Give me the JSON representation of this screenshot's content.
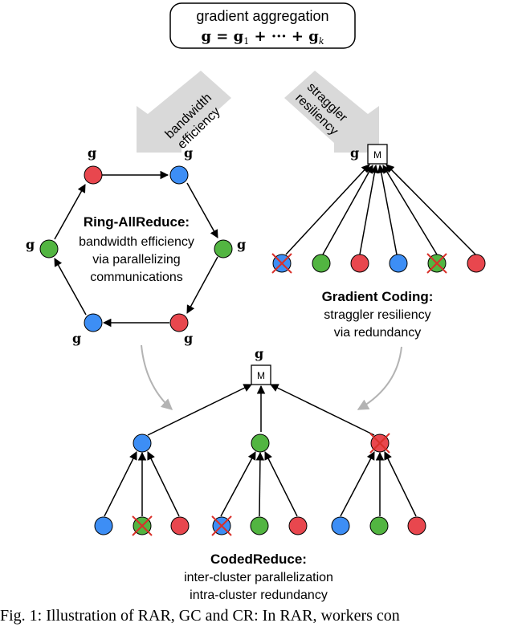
{
  "top_box": {
    "title": "gradient aggregation",
    "formula_lhs": "g = g",
    "formula_sub1": "1",
    "formula_mid": " + ··· + g",
    "formula_subk": "k"
  },
  "arrows": {
    "left_line1": "bandwidth",
    "left_line2": "efficiency",
    "right_line1": "straggler",
    "right_line2": "resiliency"
  },
  "gradient_symbol": "g",
  "master_label": "M",
  "ring": {
    "title": "Ring-AllReduce:",
    "desc_line1": "bandwidth efficiency",
    "desc_line2": "via parallelizing",
    "desc_line3": "communications"
  },
  "gc": {
    "title": "Gradient Coding:",
    "desc_line1": "straggler resiliency",
    "desc_line2": "via redundancy"
  },
  "cr": {
    "title": "CodedReduce:",
    "desc_line1": "inter-cluster parallelization",
    "desc_line2": "intra-cluster redundancy"
  },
  "colors": {
    "red": "#e8474e",
    "green": "#52b541",
    "blue": "#3d8ef5",
    "cross": "#d9302a",
    "arrow_fill": "#d9d9d9",
    "curve": "#b3b3b3"
  },
  "caption": "Fig. 1: Illustration of RAR, GC and CR: In RAR, workers con"
}
